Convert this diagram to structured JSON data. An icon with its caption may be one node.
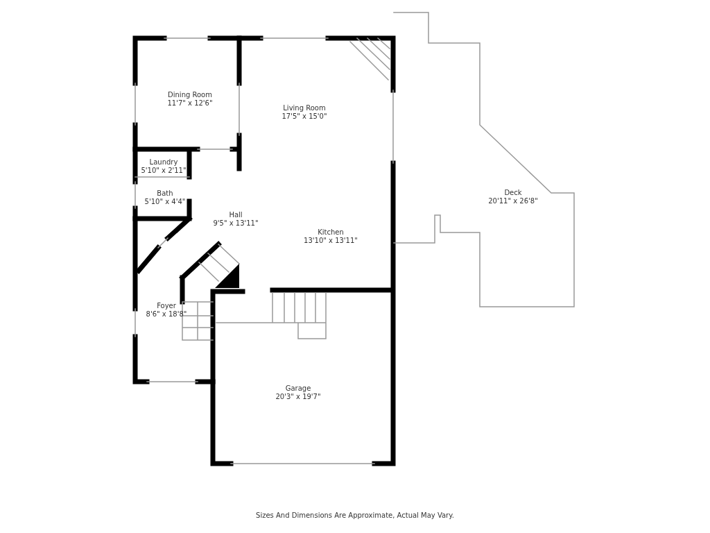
{
  "diagram": {
    "caption": "Sizes And Dimensions Are Approximate, Actual May Vary.",
    "labels": [
      "Dining Room",
      "11'7\" x 12'6\"",
      "Living Room",
      "17'5\" x 15'0\"",
      "Laundry",
      "5'10\" x 2'11\"",
      "Deck",
      "20'11\" x 26'8\"",
      "Bath",
      "5'10\" x 4'4\"",
      "Hall",
      "9'5\" x 13'11\"",
      "Kitchen",
      "13'10\" x 13'11\"",
      "Foyer",
      "8'6\" x 18'8\"",
      "Garage",
      "20'3\" x 19'7\""
    ]
  }
}
